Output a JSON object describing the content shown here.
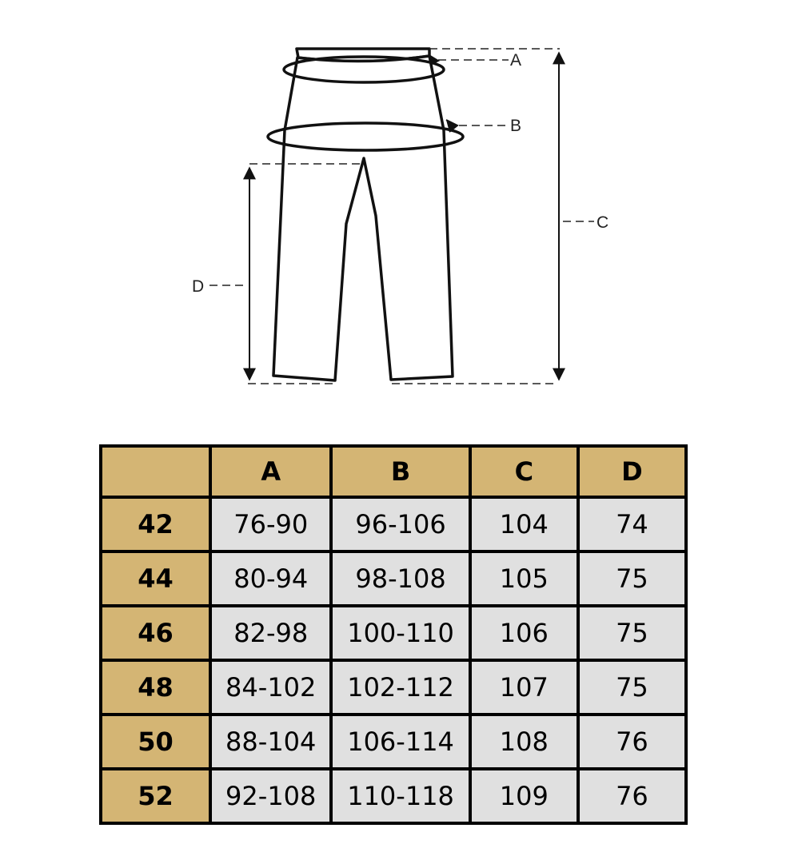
{
  "diagram": {
    "labels": {
      "a": "A",
      "b": "B",
      "c": "C",
      "d": "D"
    }
  },
  "table": {
    "headers": [
      "",
      "A",
      "B",
      "C",
      "D"
    ],
    "rows": [
      {
        "size": "42",
        "a": "76-90",
        "b": "96-106",
        "c": "104",
        "d": "74"
      },
      {
        "size": "44",
        "a": "80-94",
        "b": "98-108",
        "c": "105",
        "d": "75"
      },
      {
        "size": "46",
        "a": "82-98",
        "b": "100-110",
        "c": "106",
        "d": "75"
      },
      {
        "size": "48",
        "a": "84-102",
        "b": "102-112",
        "c": "107",
        "d": "75"
      },
      {
        "size": "50",
        "a": "88-104",
        "b": "106-114",
        "c": "108",
        "d": "76"
      },
      {
        "size": "52",
        "a": "92-108",
        "b": "110-118",
        "c": "109",
        "d": "76"
      }
    ]
  },
  "colors": {
    "header_fill": "#d4b574",
    "cell_fill": "#e0e0e0",
    "border": "#000000",
    "line": "#111111"
  }
}
